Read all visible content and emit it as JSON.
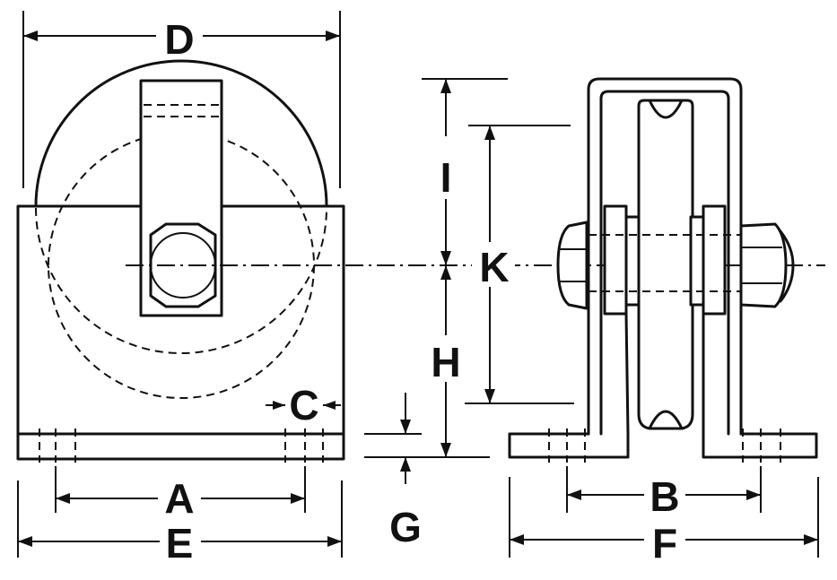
{
  "labels": {
    "D": "D",
    "I": "I",
    "K": "K",
    "H": "H",
    "C": "C",
    "A": "A",
    "E": "E",
    "G": "G",
    "B": "B",
    "F": "F"
  },
  "colors": {
    "line": "#111111",
    "background": "#ffffff"
  }
}
